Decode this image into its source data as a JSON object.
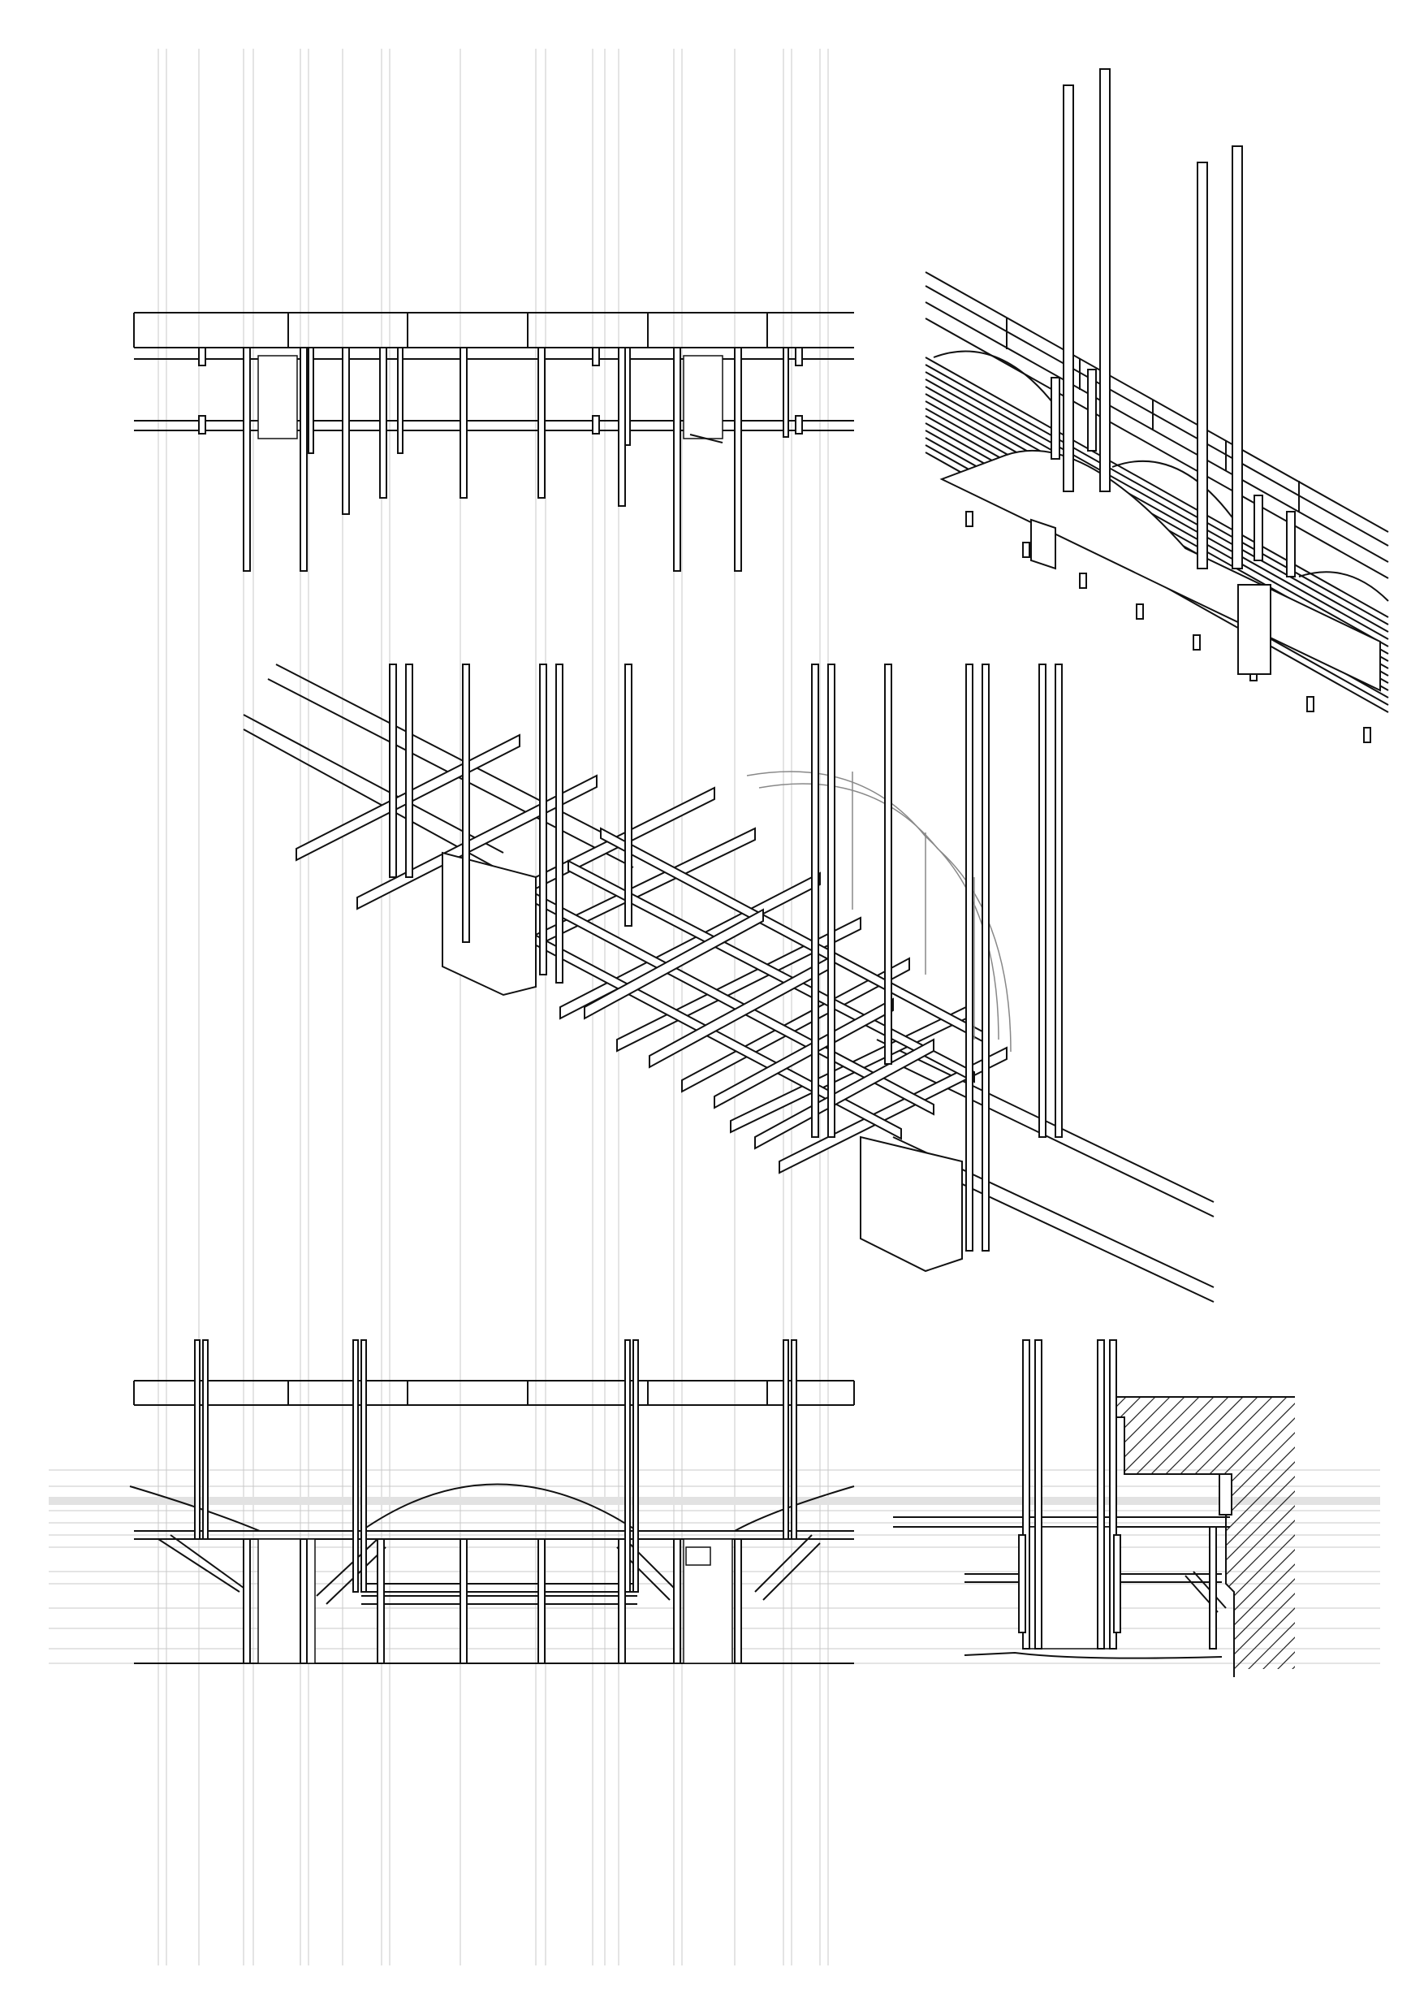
{
  "sheet": {
    "background": "#ffffff",
    "line_color": "#111111",
    "construction_line_color": "#c8c8c8"
  },
  "views": [
    {
      "id": "plan",
      "label": ""
    },
    {
      "id": "axonometric-overview",
      "label": ""
    },
    {
      "id": "axonometric-detail",
      "label": ""
    },
    {
      "id": "elevation",
      "label": ""
    },
    {
      "id": "section",
      "label": ""
    }
  ]
}
